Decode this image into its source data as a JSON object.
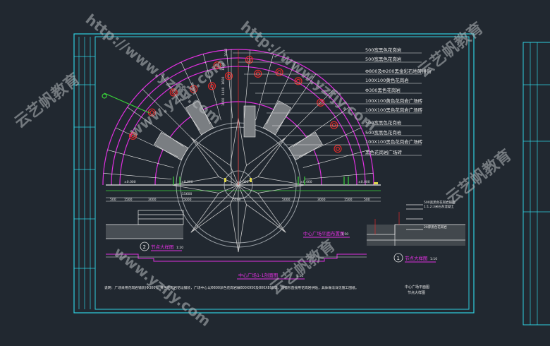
{
  "drawing": {
    "callouts": [
      "500宽黑色花岗岩",
      "500宽黑色花岗岩",
      "Φ800及Φ200黑金彩石地砖拼贴",
      "100X100黄色花岗岩",
      "Φ300黑色花岗岩",
      "100X100黄色花岗岩广场砖",
      "100X100黑色花岗岩广场砖",
      "500宽黑色花岗岩",
      "500宽黑色花岗岩",
      "100X100黑色花岗岩广场砖",
      "黑色花岗岩广场砖"
    ],
    "detail_callouts": [
      "500宽黑色花岗岩铺面",
      "1:1.2:3米石灰混凝土",
      "20厚黑色花岗岩"
    ],
    "section_titles": {
      "node2": "节点大样图",
      "node2_scale": "1:20",
      "plan": "中心广场平面布置图",
      "plan_scale": "1:50",
      "section": "中心广场1-1剖面图",
      "section_scale": "1:50",
      "node1": "节点大样图",
      "node1_scale": "1:10"
    },
    "circle_numbers": [
      "2",
      "1"
    ],
    "dims_top": [
      "3000",
      "1800",
      "1600",
      "1400",
      "1000"
    ],
    "dims_bottom": [
      "500",
      "1500",
      "3000",
      "5000",
      "5200",
      "5000",
      "3000",
      "1500",
      "500"
    ],
    "dim_total": "15600",
    "elev_labels": [
      "±0.000",
      "±0.000",
      "±0.000",
      "±0.000",
      "±0.000"
    ],
    "note": "说明：广场采用花岗岩铺装(Φ300)，黄色花岗岩花坛铺装，广场中心以Φ800深色花岗岩做800X950及800X890等，圆弧形直接用花岗岩拼贴，具体做法详见施工图纸。",
    "title_block": [
      "中心广场平面图",
      "节点大样图"
    ],
    "watermarks": [
      "云艺帆教育",
      "http://www.yzfjy.com",
      "www.yzfjy.com",
      "云艺帆教育",
      "http://www.yzfjy.com",
      "云艺帆教育",
      "云艺帆教育",
      "www.yzfjy.com"
    ]
  },
  "colors": {
    "background": "#212830",
    "frame": "#2fd0e0",
    "arc": "#e030e0",
    "line": "#e8e8e8",
    "red": "#e02a2a",
    "green": "#3ad63a",
    "yellow": "#e0d84a",
    "gray": "#9aa0a6"
  }
}
